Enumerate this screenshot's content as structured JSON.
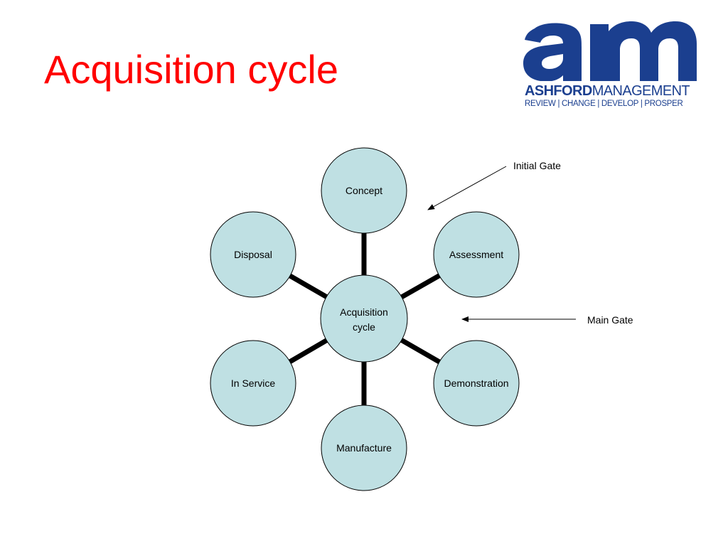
{
  "slide": {
    "title": "Acquisition cycle"
  },
  "logo": {
    "mark": "am",
    "brand_bold": "ASHFORD",
    "brand_light": "MANAGEMENT",
    "tagline": "REVIEW | CHANGE | DEVELOP | PROSPER",
    "color": "#1b3f8f"
  },
  "diagram": {
    "node_fill": "#bfe0e3",
    "node_stroke": "#000000",
    "center": {
      "lines": [
        "Acquisition",
        "cycle"
      ]
    },
    "nodes": [
      {
        "id": "concept",
        "label": "Concept"
      },
      {
        "id": "assessment",
        "label": "Assessment"
      },
      {
        "id": "demonstration",
        "label": "Demonstration"
      },
      {
        "id": "manufacture",
        "label": "Manufacture"
      },
      {
        "id": "in-service",
        "label": "In Service"
      },
      {
        "id": "disposal",
        "label": "Disposal"
      }
    ],
    "annotations": [
      {
        "id": "initial-gate",
        "label": "Initial Gate"
      },
      {
        "id": "main-gate",
        "label": "Main Gate"
      }
    ]
  }
}
